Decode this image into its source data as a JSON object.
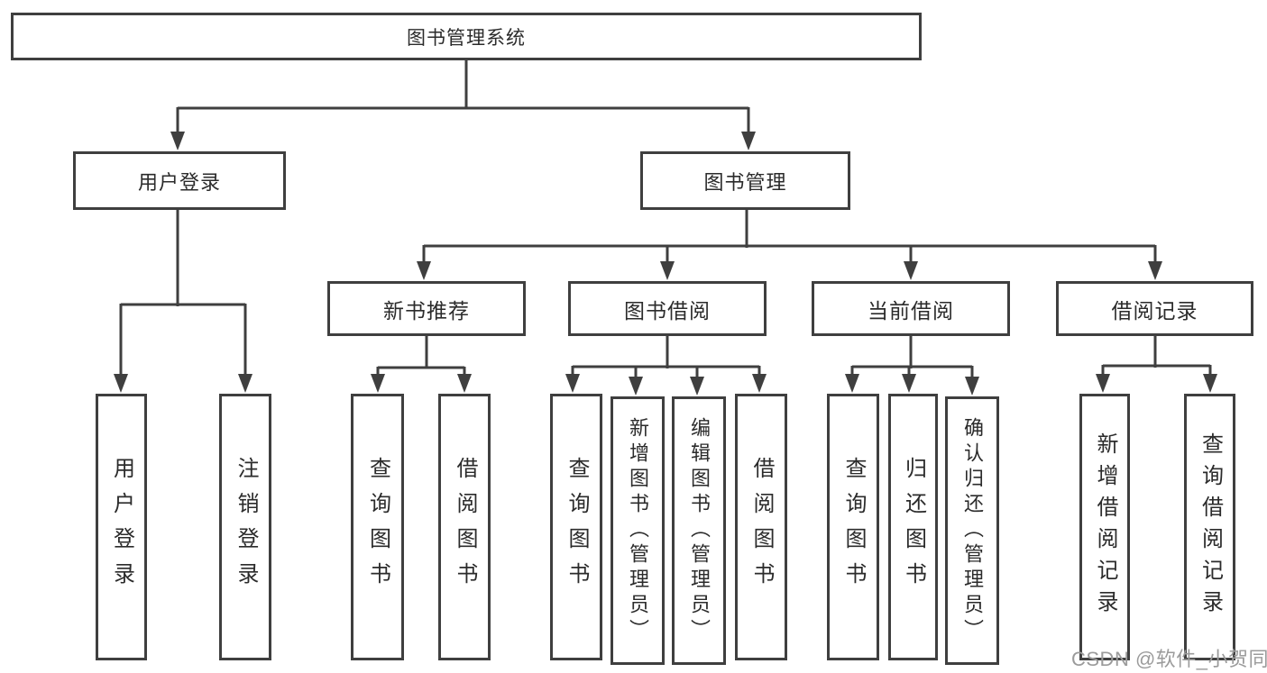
{
  "diagram": {
    "tree": {
      "root": {
        "label": "图书管理系统",
        "children": [
          {
            "label": "用户登录",
            "children": [
              {
                "label": "用户登录"
              },
              {
                "label": "注销登录"
              }
            ]
          },
          {
            "label": "图书管理",
            "children": [
              {
                "label": "新书推荐",
                "children": [
                  {
                    "label": "查询图书"
                  },
                  {
                    "label": "借阅图书"
                  }
                ]
              },
              {
                "label": "图书借阅",
                "children": [
                  {
                    "label": "查询图书"
                  },
                  {
                    "label": "新增图书（管理员）"
                  },
                  {
                    "label": "编辑图书（管理员）"
                  },
                  {
                    "label": "借阅图书"
                  }
                ]
              },
              {
                "label": "当前借阅",
                "children": [
                  {
                    "label": "查询图书"
                  },
                  {
                    "label": "归还图书"
                  },
                  {
                    "label": "确认归还（管理员）"
                  }
                ]
              },
              {
                "label": "借阅记录",
                "children": [
                  {
                    "label": "新增借阅记录"
                  },
                  {
                    "label": "查询借阅记录"
                  }
                ]
              }
            ]
          }
        ]
      }
    },
    "colors": {
      "line": "#3f3f3f",
      "box_border": "#3f3f3f",
      "text": "#2b2b2b",
      "background": "#ffffff",
      "watermark": "#9b9b9b"
    }
  },
  "watermark": {
    "text": "CSDN @软件_小贺同学"
  }
}
